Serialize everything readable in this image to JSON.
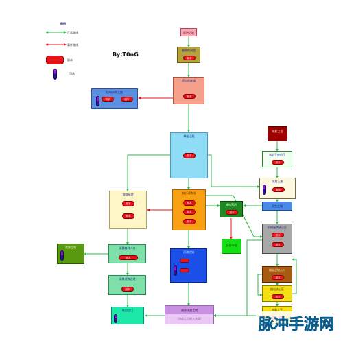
{
  "legend": {
    "title": "图例",
    "items": [
      {
        "label": "正常路线",
        "color": "#2db84a"
      },
      {
        "label": "事件路线",
        "color": "#e8141c"
      },
      {
        "label": "副本",
        "color": "#e8141c"
      },
      {
        "label": "可选",
        "color": "#5b1db0"
      }
    ]
  },
  "author": "By:T0nG",
  "nodes": {
    "start": {
      "title": "起始之地"
    },
    "n1": {
      "title": "幽暗的洞窟",
      "pills": [
        "副本"
      ]
    },
    "n2": {
      "title": "遗忘的废墟",
      "pills": [
        "副本"
      ]
    },
    "left_blue": {
      "title": "秘境探索之路",
      "pills": [
        "副本",
        "副本"
      ]
    },
    "temple": {
      "title": "神秘之殿",
      "pills": [
        "副本"
      ]
    },
    "mid_left": {
      "title": "前哨基地",
      "pills": [
        "副本",
        "副本"
      ]
    },
    "center": {
      "title": "核心试炼场",
      "pills": [
        "副本",
        "副本",
        "副本"
      ]
    },
    "small_green": {
      "title": "林地营地",
      "pills": [
        "副本"
      ]
    },
    "bright_green": {
      "title": "交易市场"
    },
    "far_left": {
      "title": "荒野之地"
    },
    "lc1": {
      "title": "迷雾森林入口",
      "pills": [
        "副本"
      ]
    },
    "lc2": {
      "title": "深林试炼之地",
      "pills": [
        "副本"
      ]
    },
    "teal": {
      "title": "终点之门"
    },
    "blue_mid": {
      "title": "深渊之城"
    },
    "bottom": {
      "title": "最终决战之地",
      "sub": "（决战之后进入终局）"
    },
    "r_dark": {
      "title": "暗影之塔"
    },
    "r_box1": {
      "title": "冰封王座前厅",
      "pills": [
        "副本"
      ]
    },
    "r_box2": {
      "title": "冰封王座",
      "pills": [
        "副本"
      ]
    },
    "r_blue": {
      "title": "天空之城"
    },
    "r_gray": {
      "title": "机械迷城核心区",
      "pills": [
        "副本",
        "副本"
      ]
    },
    "r_brown": {
      "title": "熔岩之地入口",
      "pills": [
        "副本"
      ]
    },
    "r_yellow1": {
      "title": "熔岩核心区",
      "pills": [
        "副本"
      ]
    },
    "r_yellow2": {
      "title": "熔岩之王",
      "pills": [
        "副本"
      ]
    }
  },
  "watermark": {
    "text": "脉冲手游网",
    "color": "#1f9fd8"
  }
}
